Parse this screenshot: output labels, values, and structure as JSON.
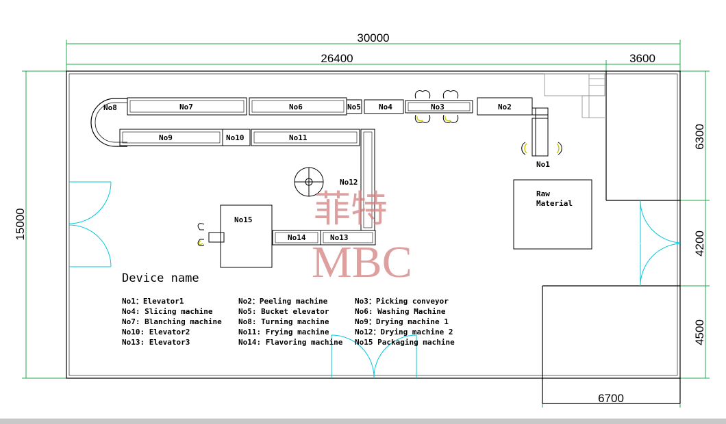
{
  "dimensions": {
    "total_length": "30000",
    "main_length": "26400",
    "side_length": "3600",
    "total_width": "15000",
    "side_upper": "6300",
    "side_middle": "4200",
    "side_lower": "4500",
    "bottom_room": "6700"
  },
  "machines": {
    "no1": "No1",
    "no2": "No2",
    "no3": "No3",
    "no4": "No4",
    "no5": "No5",
    "no6": "No6",
    "no7": "No7",
    "no8": "No8",
    "no9": "No9",
    "no10": "No10",
    "no11": "No11",
    "no12": "No12",
    "no13": "No13",
    "no14": "No14",
    "no15": "No15"
  },
  "raw_material": {
    "line1": "Raw",
    "line2": "Material"
  },
  "watermark": {
    "chinese": "菲特",
    "english": "MBC"
  },
  "legend": {
    "title": "Device name",
    "col1": [
      "No1：Elevator1",
      "No4:  Slicing machine",
      "No7:  Blanching machine",
      "No10:  Elevator2",
      "No13:  Elevator3"
    ],
    "col2": [
      "No2：Peeling machine",
      "No5:  Bucket elevator",
      "No8:  Turning machine",
      "No11:  Frying machine",
      "No14:  Flavoring machine"
    ],
    "col3": [
      "No3：Picking conveyor",
      "No6:  Washing Machine",
      "No9：Drying machine 1",
      "No12：Drying machine 2",
      "No15 Packaging machine"
    ]
  },
  "colors": {
    "dimension_lines": "#1fa84a",
    "doors": "#00c8dc",
    "walls": "#000000",
    "watermark": "#d47f7f"
  }
}
